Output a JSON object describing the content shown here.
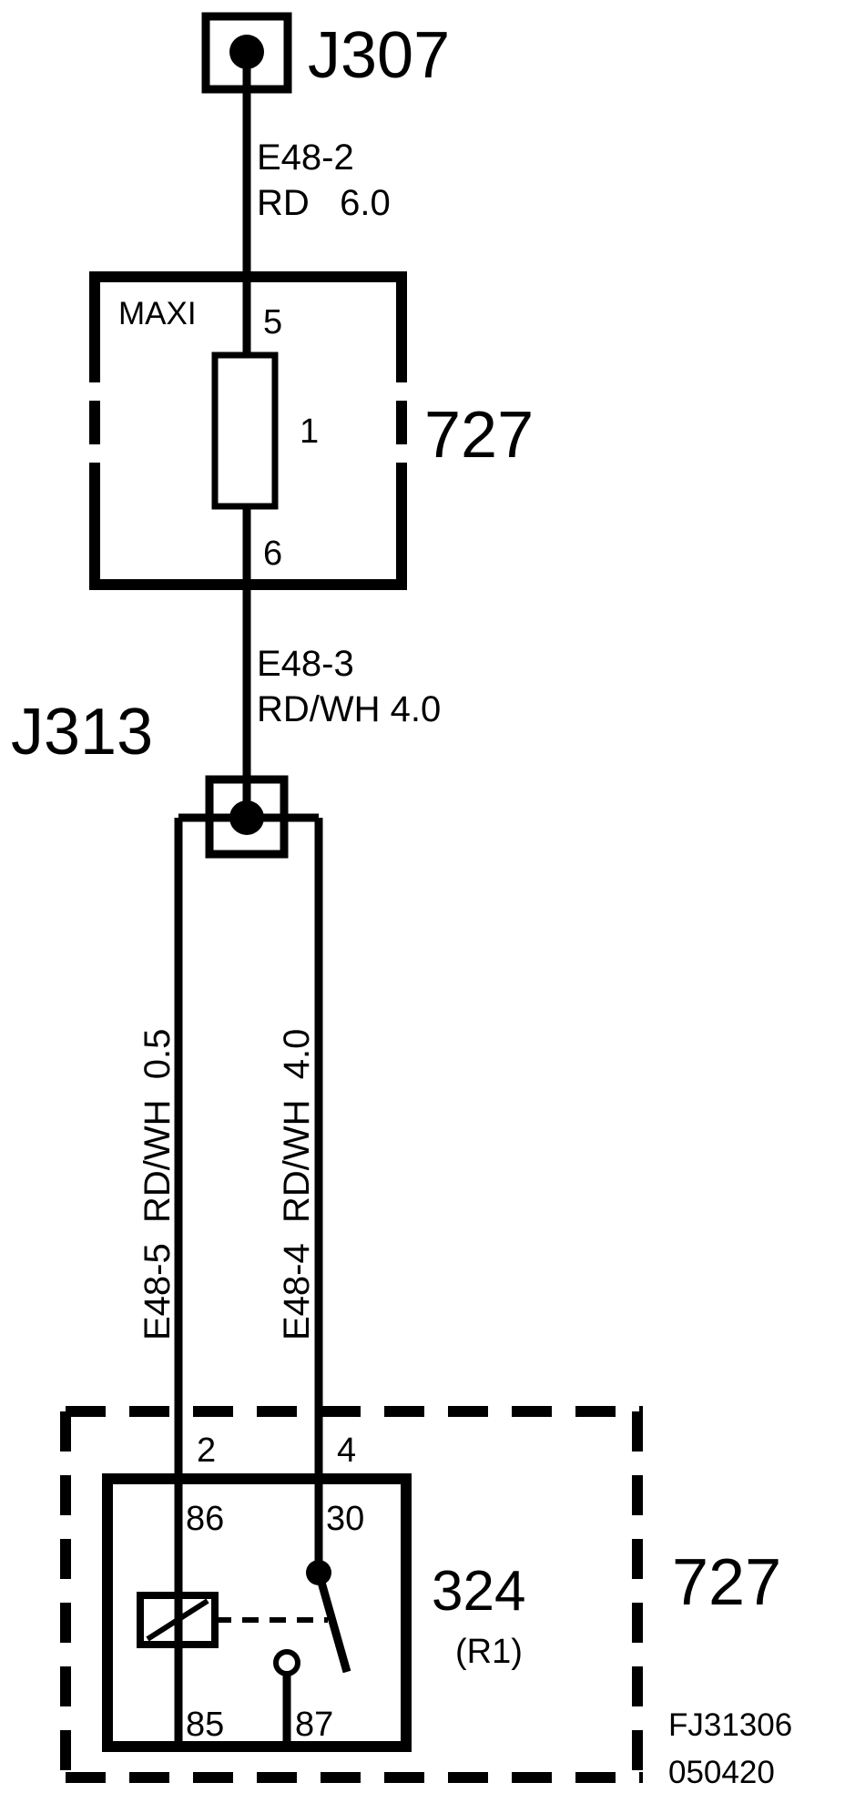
{
  "connectors": {
    "top": {
      "id": "J307"
    },
    "junction": {
      "id": "J313"
    }
  },
  "fuse_box": {
    "label": "MAXI",
    "pin_top": "5",
    "pin_mid": "1",
    "pin_bottom": "6",
    "component_id": "727"
  },
  "wires": {
    "top": {
      "code": "E48-2",
      "spec": "RD   6.0"
    },
    "middle": {
      "code": "E48-3",
      "spec": "RD/WH 4.0"
    },
    "left": {
      "label": "E48-5  RD/WH  0.5"
    },
    "right": {
      "label": "E48-4  RD/WH  4.0"
    }
  },
  "relay": {
    "outer_id": "727",
    "id": "324",
    "sub": "(R1)",
    "connector_pin_left": "2",
    "connector_pin_right": "4",
    "pin_86": "86",
    "pin_30": "30",
    "pin_85": "85",
    "pin_87": "87"
  },
  "footer": {
    "code": "FJ31306",
    "date": "050420"
  }
}
